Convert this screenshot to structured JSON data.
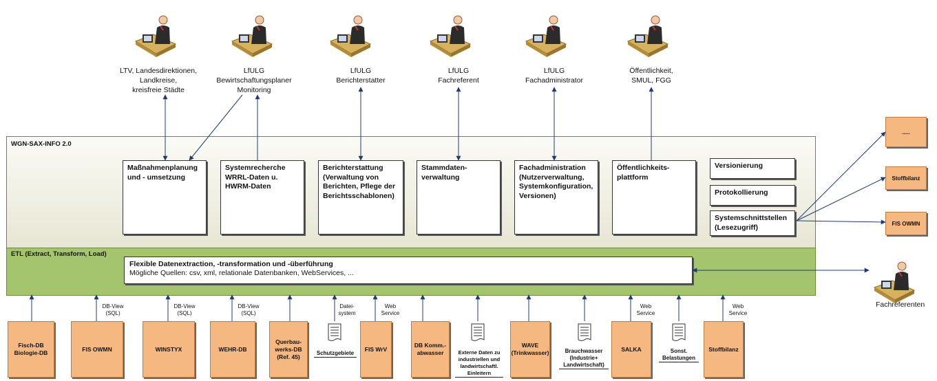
{
  "users": [
    {
      "label": "LTV, Landesdirektionen,\nLandkreise,\nkreisfreie Städte"
    },
    {
      "label": "LfULG\nBewirtschaftungsplaner\nMonitoring"
    },
    {
      "label": "LfULG\nBerichterstatter"
    },
    {
      "label": "LfULG\nFachreferent"
    },
    {
      "label": "LfULG\nFachadministrator"
    },
    {
      "label": "Öffentlichkeit,\nSMUL, FGG"
    }
  ],
  "wgn": {
    "title": "WGN-SAX-INFO 2.0"
  },
  "modules": [
    {
      "label": "Maßnahmenplanung\nund - umsetzung"
    },
    {
      "label": "Systemrecherche\nWRRL-Daten u.\nHWRM-Daten"
    },
    {
      "label": "Berichterstattung\n(Verwaltung von\nBerichten, Pflege der\nBerichtsschablonen)"
    },
    {
      "label": "Stammdaten-\nverwaltung"
    },
    {
      "label": "Fachadministration\n(Nutzerverwaltung,\nSystemkonfiguration,\nVersionen)"
    },
    {
      "label": "Öffentlichkeits-\nplattform"
    }
  ],
  "side_modules": [
    {
      "label": "Versionierung"
    },
    {
      "label": "Protokollierung"
    },
    {
      "label": "Systemschnittstellen\n(Lesezugriff)"
    }
  ],
  "external_systems": [
    {
      "label": "....."
    },
    {
      "label": "Stoffbilanz"
    },
    {
      "label": "FIS OWMN"
    }
  ],
  "etl": {
    "title": "ETL  (Extract, Transform, Load)",
    "box_title": "Flexible Datenextraction, -transformation und -überführung",
    "box_subtitle": "Mögliche Quellen: csv, xml, relationale Datenbanken, WebServices, ..."
  },
  "fachreferenten": {
    "label": "Fachreferenten"
  },
  "sources": [
    {
      "label": "Fisch-DB\nBiologie-DB"
    },
    {
      "label": "FIS OWMN"
    },
    {
      "label": "WINSTYX"
    },
    {
      "label": "WEHR-DB"
    },
    {
      "label": "Querbau-\nwerks-DB\n(Ref. 45)"
    },
    {
      "label": "FIS WrV"
    },
    {
      "label": "DB Komm.-\nabwasser"
    },
    {
      "label": "WAVE\n(Trinkwasser)"
    },
    {
      "label": "SALKA"
    },
    {
      "label": "Stoffbilanz"
    }
  ],
  "documents": [
    {
      "label": "Schutzgebiete"
    },
    {
      "label": "Externe Daten zu\nindustriellen und\nlandwirtschaftl.\nEinleitern"
    },
    {
      "label": "Brauchwasser\n(Industrie+\nLandwirtschaft)"
    },
    {
      "label": "Sonst.\nBelastungen"
    }
  ],
  "connection_labels": [
    {
      "label": "DB-View\n(SQL)"
    },
    {
      "label": "DB-View\n(SQL)"
    },
    {
      "label": "DB-View\n(SQL)"
    },
    {
      "label": "Datei-\nsystem"
    },
    {
      "label": "Web\nService"
    },
    {
      "label": "Web\nService"
    },
    {
      "label": "Web\nService"
    }
  ],
  "colors": {
    "wgn_frame": "#e4e3cf",
    "etl_frame": "#a5c46e",
    "source_box": "#f5b880",
    "arrow": "#1f3b73"
  },
  "icons": {
    "user": "user-at-desk-icon",
    "document": "document-icon"
  }
}
